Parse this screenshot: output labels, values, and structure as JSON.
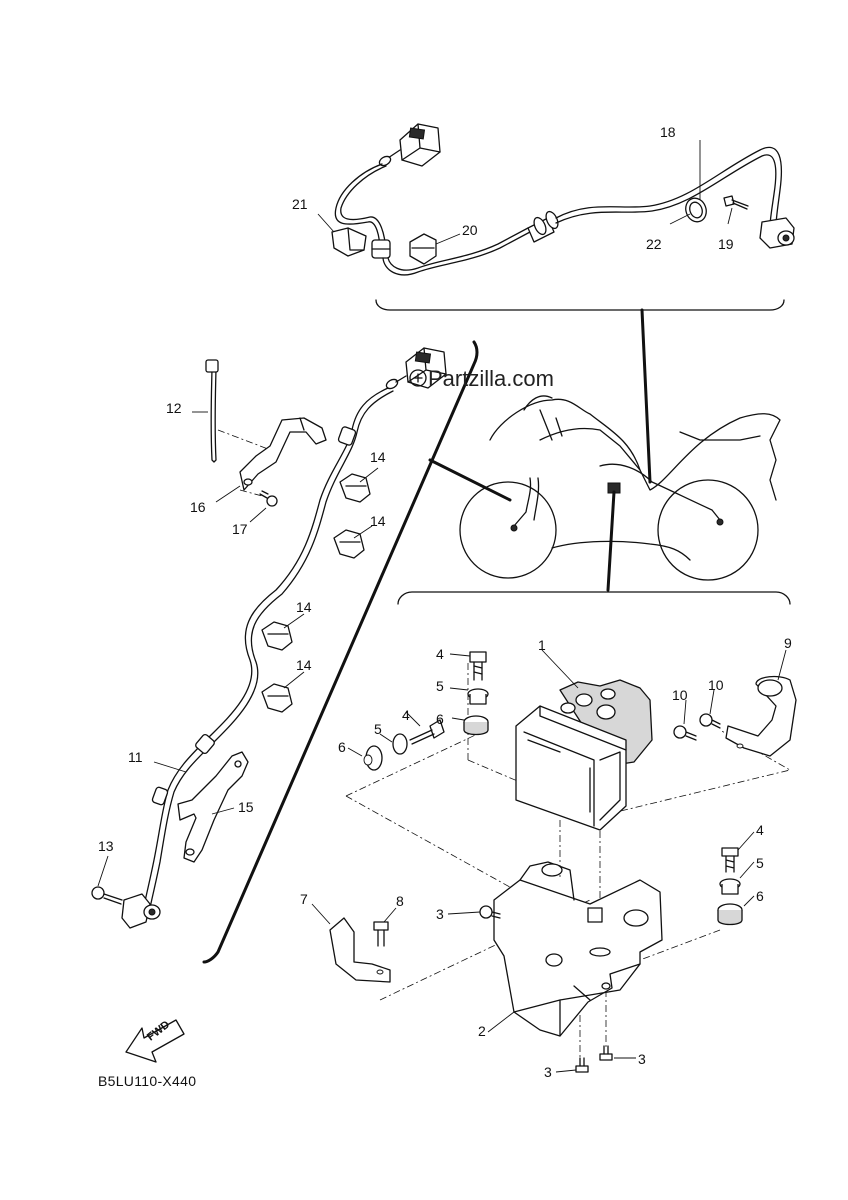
{
  "document": {
    "watermark": "Partzilla.com",
    "reference_code": "B5LU110-X440",
    "direction_badge": "FWD"
  },
  "callouts": {
    "c1": "1",
    "c2": "2",
    "c3a": "3",
    "c3b": "3",
    "c3c": "3",
    "c4a": "4",
    "c4b": "4",
    "c4c": "4",
    "c5a": "5",
    "c5b": "5",
    "c5c": "5",
    "c6a": "6",
    "c6b": "6",
    "c6c": "6",
    "c7": "7",
    "c8": "8",
    "c9": "9",
    "c10a": "10",
    "c10b": "10",
    "c11": "11",
    "c12": "12",
    "c13": "13",
    "c14a": "14",
    "c14b": "14",
    "c14c": "14",
    "c14d": "14",
    "c15": "15",
    "c16": "16",
    "c17": "17",
    "c18": "18",
    "c19": "19",
    "c20": "20",
    "c21": "21",
    "c22": "22"
  },
  "icons": {
    "fwd_arrow": "fwd-arrow-icon",
    "watermark_mark": "partzilla-logo-icon"
  }
}
